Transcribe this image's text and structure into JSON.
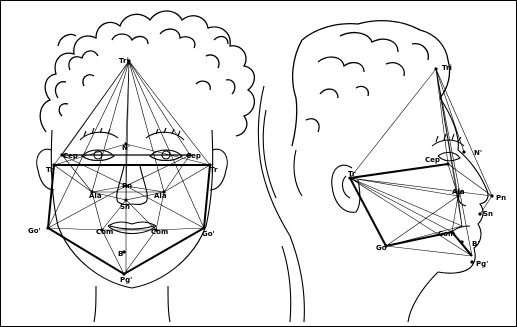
{
  "frontal_view": {
    "landmarks": {
      "tri": "Tri",
      "n": "N'",
      "cep_left": "Cep",
      "cep_right": "Cep",
      "tr": "Tr",
      "tr_right": "Tr",
      "pn": "Pn",
      "ala_left": "Ala",
      "ala_right": "Ala",
      "sn": "Sn",
      "com_left": "Com",
      "com_right": "Com",
      "go_left": "Go'",
      "go_right": "Go'",
      "b": "B'",
      "pg": "Pg'"
    }
  },
  "profile_view": {
    "landmarks": {
      "tri": "Tri",
      "n": "N'",
      "cep": "Cep",
      "tr": "Tr",
      "ala": "Ala",
      "pn": "Pn",
      "sn": "Sn",
      "com": "Com",
      "go": "Go'",
      "b": "B'",
      "pg": "Pg'"
    }
  }
}
